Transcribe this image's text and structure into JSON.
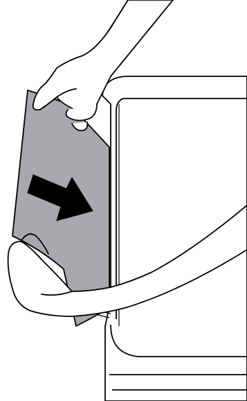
{
  "figure": {
    "elements": [
      "printer",
      "paper-sheet",
      "left-hand",
      "right-hand",
      "insert-arrow"
    ]
  },
  "colors": {
    "background": "#ffffff",
    "outline": "#000000",
    "paper_fill": "#a7a9ac",
    "printer_fill": "#ffffff",
    "arrow_fill": "#000000"
  },
  "arrow_direction": "right-down"
}
